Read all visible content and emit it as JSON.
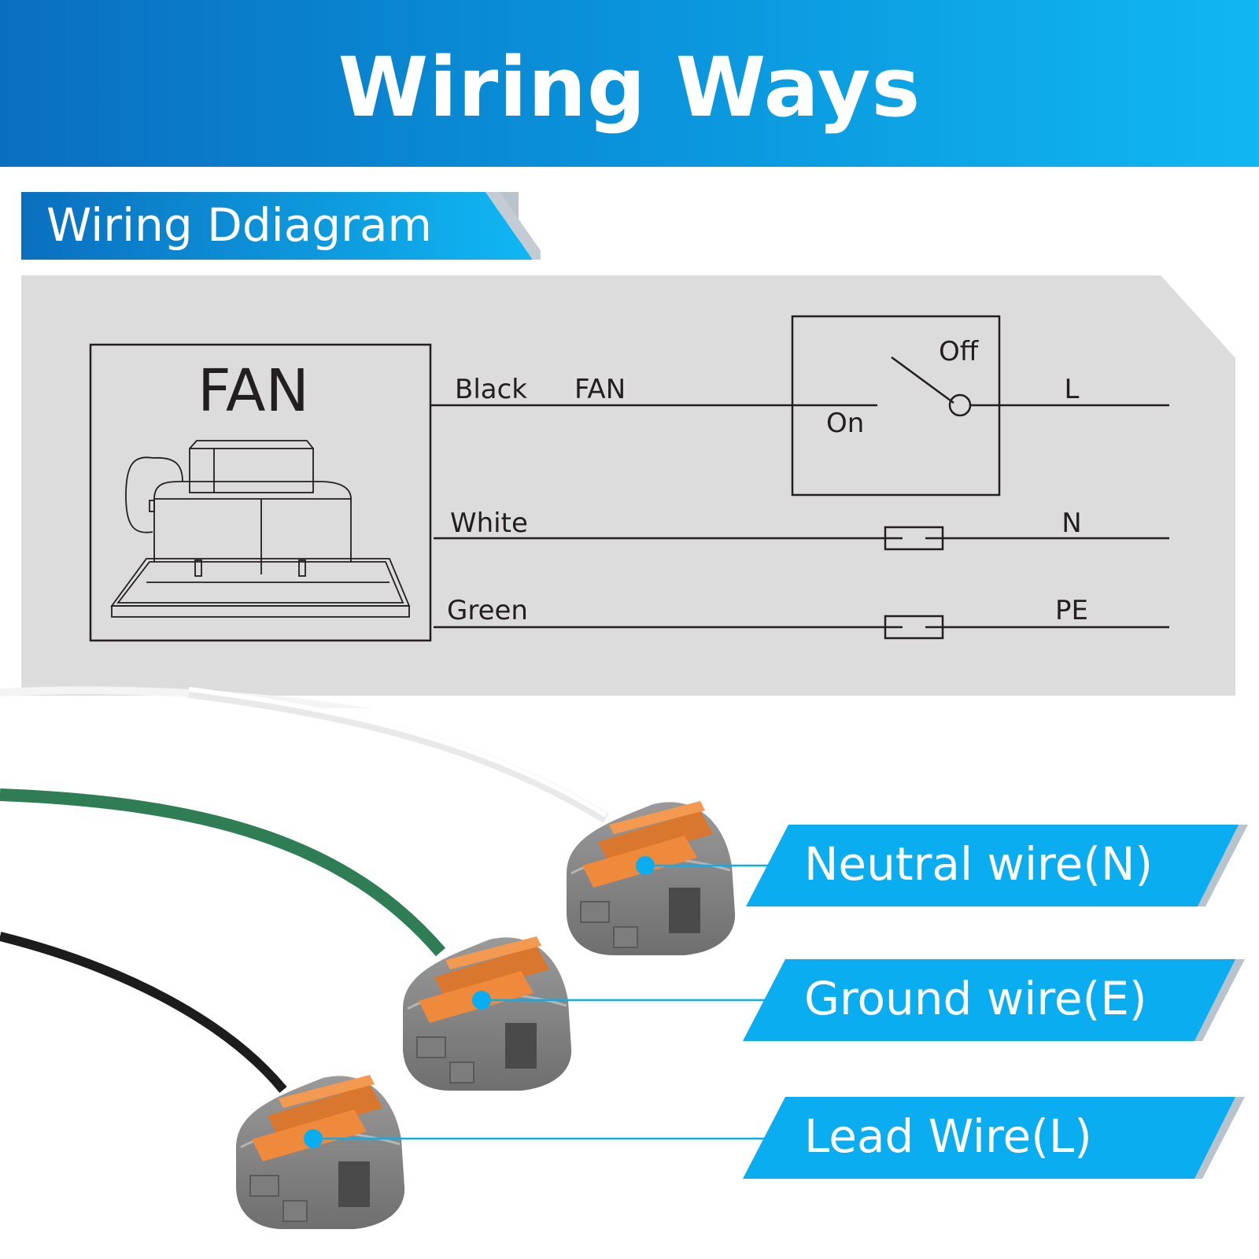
{
  "header": {
    "title": "Wiring Ways"
  },
  "subtitle": {
    "text": "Wiring Ddiagram"
  },
  "diagram": {
    "fan_box_label": "FAN",
    "wire_black": "Black",
    "wire_fan": "FAN",
    "wire_white": "White",
    "wire_green": "Green",
    "switch_off": "Off",
    "switch_on": "On",
    "terminal_l": "L",
    "terminal_n": "N",
    "terminal_pe": "PE"
  },
  "labels": {
    "neutral": "Neutral wire(N)",
    "ground": "Ground wire(E)",
    "lead": "Lead Wire(L)"
  },
  "colors": {
    "accent_blue": "#0aaef0",
    "header_dark": "#0a6fbf",
    "panel_gray": "#dcdcdc",
    "connector_gray": "#8a8a8a",
    "lever_orange": "#ef8a3c",
    "wire_green": "#2e7d55",
    "wire_black": "#1c1c1c",
    "wire_white": "#f2f2f2"
  }
}
